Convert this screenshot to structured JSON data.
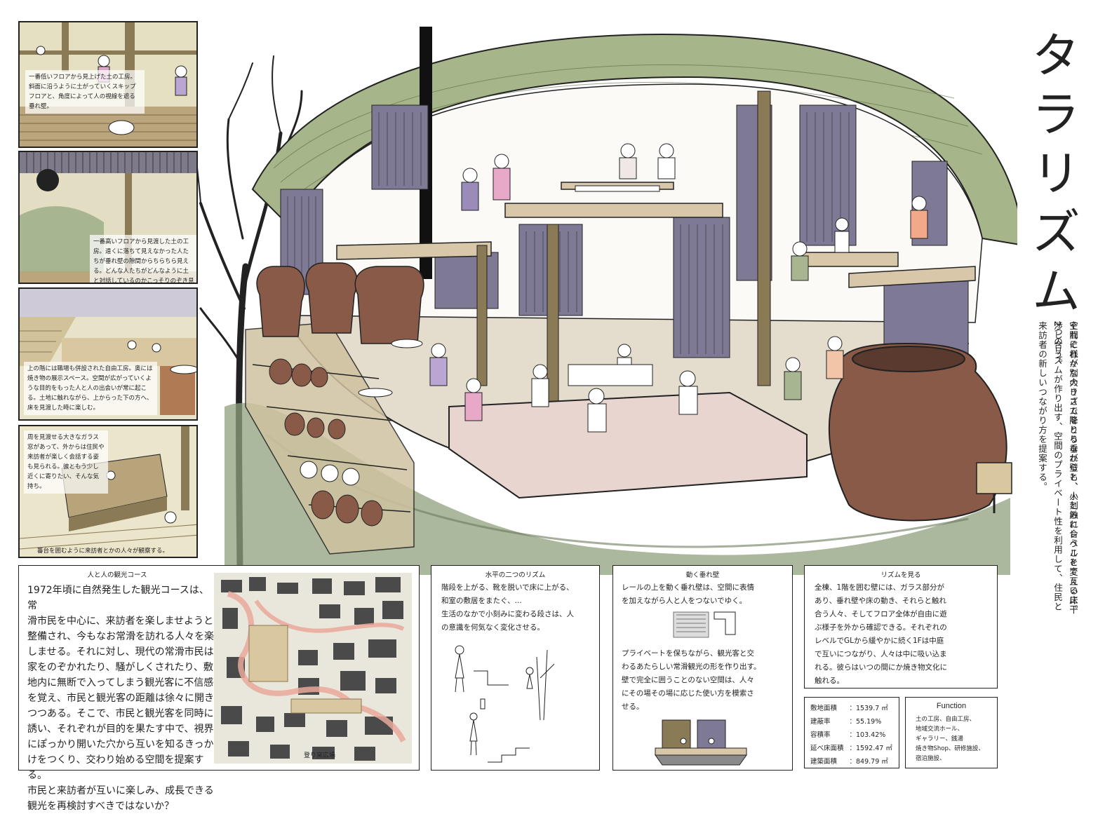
{
  "title": "タラリズム",
  "concept": [
    "空間に様々な大きさで降りる垂れ壁と、小刻みにレベルを変える床。",
    "それぞれが別のリズムをとりながらも、人と触れ合うことで互いに干渉し合う。",
    "2つのリズムが作り出す、空間のプライベート性を利用して、住民と来訪者の新しいつながり方を提案する。"
  ],
  "panels": [
    {
      "caption": "一番低いフロアから見上げた土の工房。斜面に沿うように土がっていくスキップフロアと、角度によって人の視線を遮る垂れ壁。"
    },
    {
      "caption": "一番高いフロアから見渡した土の工房。遠くに落ちて見えなかった人たちが垂れ壁の隙間からちらちら見える。どんな人たちがどんなように土と対話しているのかこっそりのぞき見る。"
    },
    {
      "caption": "上の階には職場も併設された自由工房。奥には焼き物の展示スペース。空間が広がっていくような目的をもった人と人の出会いが常に起こる。土地に触れながら、上からった下の方へ、床を見渡した時に楽しむ。"
    },
    {
      "caption": "周を見渡せる大きなガラス窓があって、外からは住民や来訪者が楽しく会話する姿も見られる。彼ともう少し近くに寄りたい、そんな気持ち。"
    }
  ],
  "panel_bottom_caption": "蕃台を囲むように来訪者とかの人々が観察する。",
  "course": {
    "title": "人と人の観光コース",
    "text": [
      "1972年頃に自然発生した観光コースは、常",
      "滑市民を中心に、来訪者を楽しませようと",
      "整備され、今もなお常滑を訪れる人々を楽",
      "しませる。それに対し、現代の常滑市民は",
      "家をのぞかれたり、騒がしくされたり、敷",
      "地内に無断で入ってしまう観光客に不信感",
      "を覚え、市民と観光客の距離は徐々に開き",
      "つつある。そこで、市民と観光客を同時に",
      "誘い、それぞれが目的を果たす中で、視界",
      "にぽっかり開いた穴から互いを知るきっか",
      "けをつくり、交わり始める空間を提案する。",
      "市民と来訪者が互いに楽しみ、成長できる",
      "観光を再検討すべきではないか？"
    ],
    "map_label": "登り窯広場"
  },
  "rhythm": {
    "title": "水平の二つのリズム",
    "text": [
      "階段を上がる、靴を脱いで床に上がる、",
      "和室の敷居をまたぐ、...",
      "生活のなかで小刻みに変わる段さは、人",
      "の意識を何気なく変化させる。"
    ]
  },
  "wall": {
    "title": "動く垂れ壁",
    "text1": [
      "レールの上を動く垂れ壁は、空間に表情",
      "を加えながら人と人をつないでゆく。"
    ],
    "text2": [
      "プライベートを保ちながら、観光客と交",
      "わるあたらしい常滑観光の形を作り出す。",
      "壁で完全に囲うことのない空間は、人々",
      "にその場その場に応じた使い方を模索さ",
      "せる。"
    ]
  },
  "see": {
    "title": "リズムを見る",
    "text": [
      "全棟、1階を囲む壁には、ガラス部分が",
      "あり、垂れ壁や床の動き、それらと触れ",
      "合う人々、そしてフロア全体が自由に遊",
      "ぶ様子を外から確認できる。それぞれの",
      "レベルでGLから緩やかに続く1Fは中庭",
      "で互いにつながり、人々は中に吸い込ま",
      "れる。彼らはいつの間にか焼き物文化に",
      "触れる。"
    ]
  },
  "stats": [
    {
      "label": "敷地面積",
      "value": "：1539.7 ㎡"
    },
    {
      "label": "建蔽率",
      "value": "：55.19%"
    },
    {
      "label": "容積率",
      "value": "：103.42%"
    },
    {
      "label": "延べ床面積",
      "value": "：1592.47 ㎡"
    },
    {
      "label": "建築面積",
      "value": "：849.79 ㎡"
    }
  ],
  "function": {
    "title": "Function",
    "items": [
      "土の工房、自由工房、",
      "地域交流ホール、",
      "ギャラリー、銭湯",
      "焼き物Shop、研修施設、",
      "宿泊施設、"
    ]
  },
  "colors": {
    "roof": "#a7b58a",
    "pot": "#8a5a48",
    "wall": "#7e7a96",
    "floor": "#e8d5cf",
    "ground": "#8fa07c",
    "paper": "#efe9d2"
  }
}
